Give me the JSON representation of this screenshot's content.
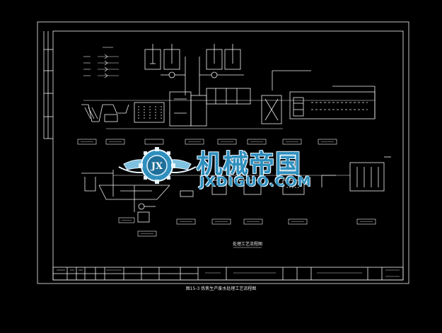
{
  "figure": {
    "caption": "图15-3 炼焦生产废水处理工艺流程图",
    "title": "处理工艺流程图"
  },
  "watermark": {
    "name_cn": "机械帝国",
    "domain": "JXDIGUO.COM",
    "logo_letters": "JX"
  },
  "colors": {
    "background": "#000000",
    "lines": "#f2f2f2",
    "watermark_blue": "#2f8fbd"
  }
}
